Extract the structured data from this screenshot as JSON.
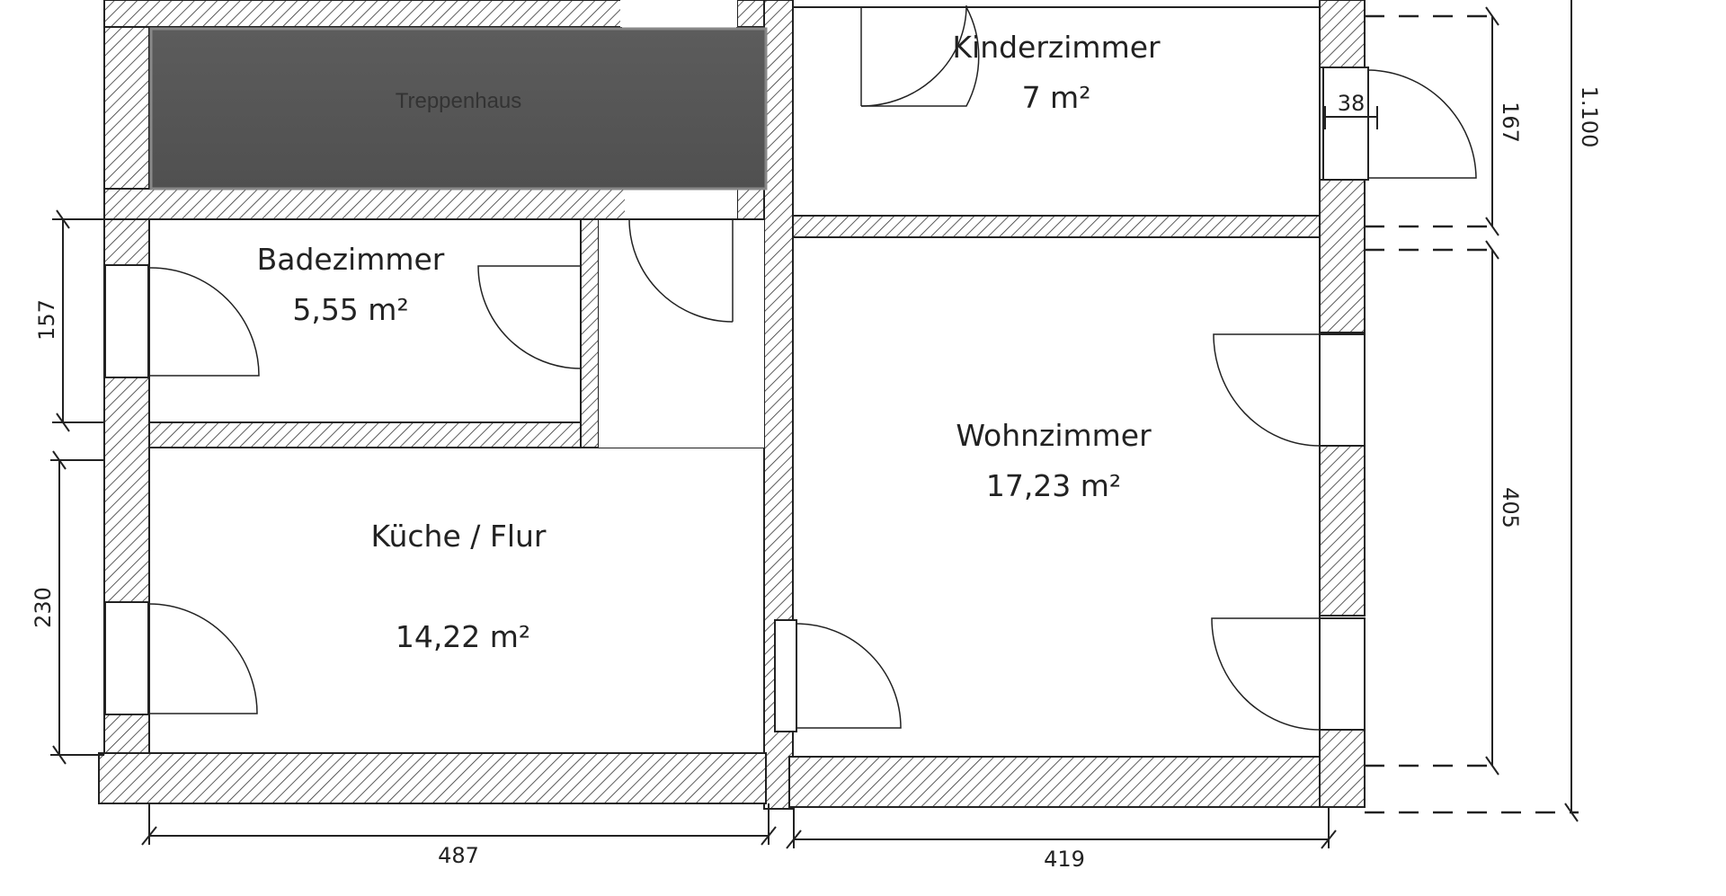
{
  "rooms": {
    "treppenhaus": {
      "name": "Treppenhaus"
    },
    "kinderzimmer": {
      "name": "Kinderzimmer",
      "area": "7 m²"
    },
    "badezimmer": {
      "name": "Badezimmer",
      "area": "5,55 m²"
    },
    "kueche": {
      "name": "Küche / Flur",
      "area": "14,22 m²"
    },
    "wohnzimmer": {
      "name": "Wohnzimmer",
      "area": "17,23 m²"
    }
  },
  "dimensions": {
    "bad_height": "157",
    "kueche_height": "230",
    "kueche_width": "487",
    "wohnzimmer_width": "419",
    "window_width": "38",
    "kinderzimmer_height": "167",
    "wohnzimmer_height": "405",
    "total_height": "1.100"
  }
}
